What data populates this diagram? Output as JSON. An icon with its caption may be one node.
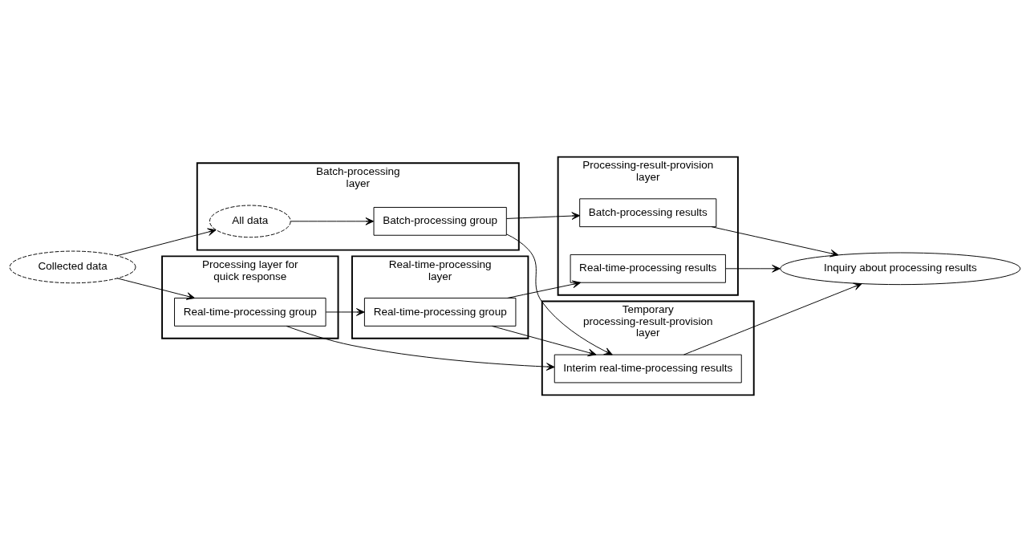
{
  "diagram": {
    "nodes": [
      {
        "text": [
          "Collected data"
        ]
      },
      {
        "text": [
          "Batch-processing layer"
        ]
      },
      {
        "text": [
          "All data"
        ],
        "in": 1
      },
      {
        "text": [
          "Batch-processing group"
        ],
        "in": 1
      },
      {
        "text": [
          "Processing-result-provision layer"
        ]
      },
      {
        "text": [
          "Batch-processing results"
        ],
        "in": 4
      },
      {
        "text": [
          "Real-time-processing results"
        ],
        "in": 4
      },
      {
        "text": [
          "Processing layer for quick response"
        ]
      },
      {
        "text": [
          "Real-time-processing group"
        ],
        "in": 7
      },
      {
        "text": [
          "Real-time-processing layer"
        ]
      },
      {
        "text": [
          "Real-time-processing group"
        ],
        "in": 9
      },
      {
        "text": [
          "Temporary processing-result-provision layer"
        ]
      },
      {
        "text": [
          "Interim real-time-processing results"
        ],
        "in": 11
      },
      {
        "text": [
          "Inquiry about processing results"
        ]
      }
    ],
    "edges": [
      {
        "from": 0,
        "to": 2,
        "arrow": "to"
      },
      {
        "from": 0,
        "to": 8,
        "arrow": "to"
      },
      {
        "from": 2,
        "to": 3,
        "arrow": "to"
      },
      {
        "from": 3,
        "to": 5,
        "arrow": "to"
      },
      {
        "from": 8,
        "to": 10,
        "arrow": "to"
      },
      {
        "from": 10,
        "to": 6,
        "arrow": "to"
      },
      {
        "from": 3,
        "to": 12,
        "arrow": "to"
      },
      {
        "from": 8,
        "to": 12,
        "arrow": "to"
      },
      {
        "from": 10,
        "to": 12,
        "arrow": "to"
      },
      {
        "from": 5,
        "to": 13,
        "arrow": "to"
      },
      {
        "from": 6,
        "to": 13,
        "arrow": "to"
      },
      {
        "from": 12,
        "to": 13,
        "arrow": "to"
      }
    ]
  }
}
